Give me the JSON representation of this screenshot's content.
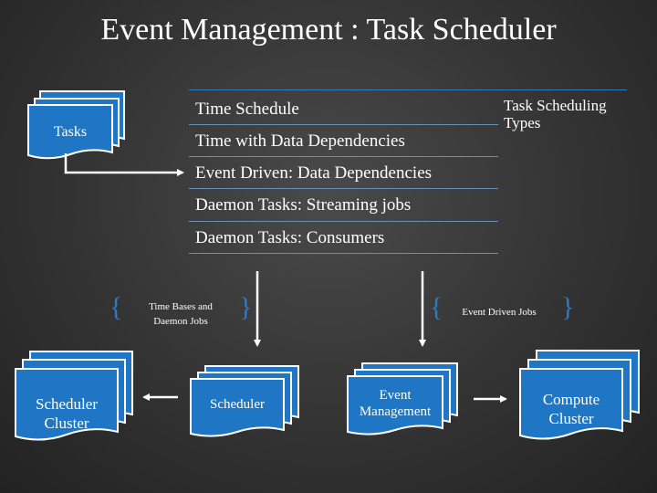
{
  "title": "Event Management : Task Scheduler",
  "types_label": "Task Scheduling Types",
  "rows": [
    "Time Schedule",
    "Time with Data Dependencies",
    "Event Driven: Data Dependencies",
    "Daemon Tasks: Streaming jobs",
    "Daemon Tasks: Consumers"
  ],
  "nodes": {
    "tasks": "Tasks",
    "scheduler_cluster_1": "Scheduler",
    "scheduler_cluster_2": "Cluster",
    "scheduler": "Scheduler",
    "event_management_1": "Event",
    "event_management_2": "Management",
    "compute_cluster_1": "Compute",
    "compute_cluster_2": "Cluster"
  },
  "notes": {
    "time_bases_1": "Time Bases and",
    "time_bases_2": "Daemon Jobs",
    "event_driven": "Event Driven Jobs"
  },
  "colors": {
    "doc_fill": "#1e76c4",
    "doc_stroke": "#ffffff",
    "accent": "#2e7bc4"
  }
}
